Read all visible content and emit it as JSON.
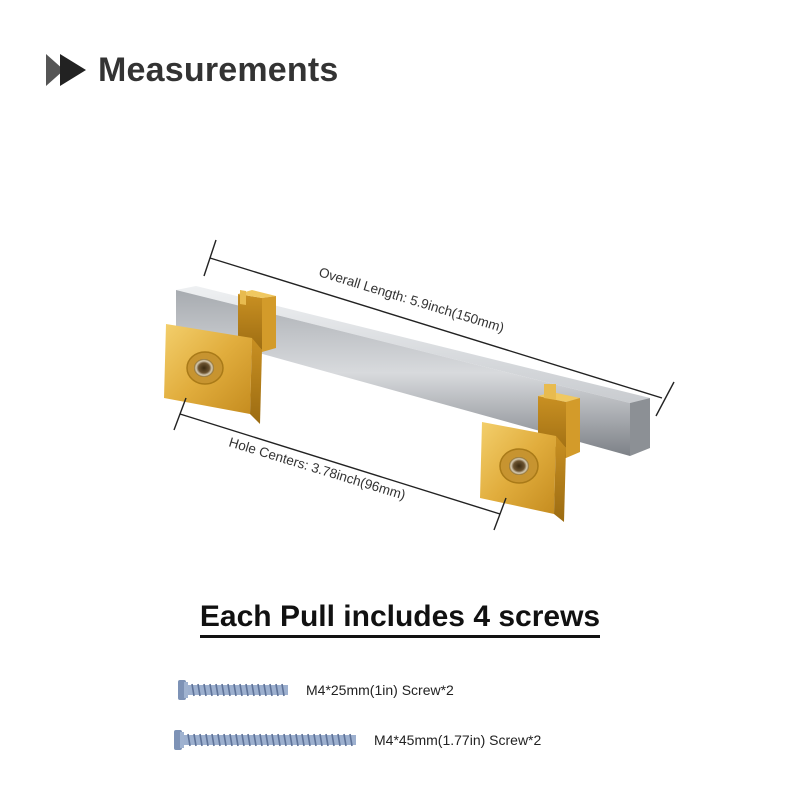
{
  "header": {
    "title": "Measurements",
    "icon": "double-triangle-arrow-icon"
  },
  "dimensions": {
    "overall_length": "Overall Length: 5.9inch(150mm)",
    "hole_centers": "Hole Centers: 3.78inch(96mm)"
  },
  "includes": {
    "title": "Each Pull includes 4 screws"
  },
  "screws": [
    {
      "label": "M4*25mm(1in) Screw*2"
    },
    {
      "label": "M4*45mm(1.77in) Screw*2"
    }
  ],
  "colors": {
    "gold": "#d9a431",
    "silver": "#b9bcbf",
    "screw": "#8fa3c4",
    "accent": "#333333"
  }
}
